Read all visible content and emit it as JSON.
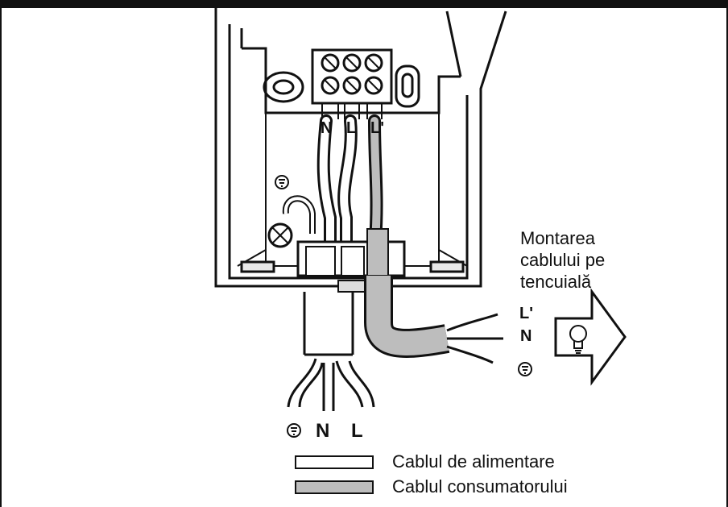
{
  "mounting_note": [
    "Montarea",
    "cablului pe",
    "tencuială"
  ],
  "terminals": {
    "top": [
      "N",
      "L",
      "L'"
    ],
    "load_out": [
      "L'",
      "N"
    ],
    "supply": [
      "N",
      "L"
    ]
  },
  "legend": {
    "supply": {
      "label": "Cablul de alimentare",
      "color": "#ffffff"
    },
    "load": {
      "label": "Cablul consumatorului",
      "color": "#bdbdbd"
    }
  },
  "symbols": [
    "ground-icon",
    "lamp-icon"
  ]
}
